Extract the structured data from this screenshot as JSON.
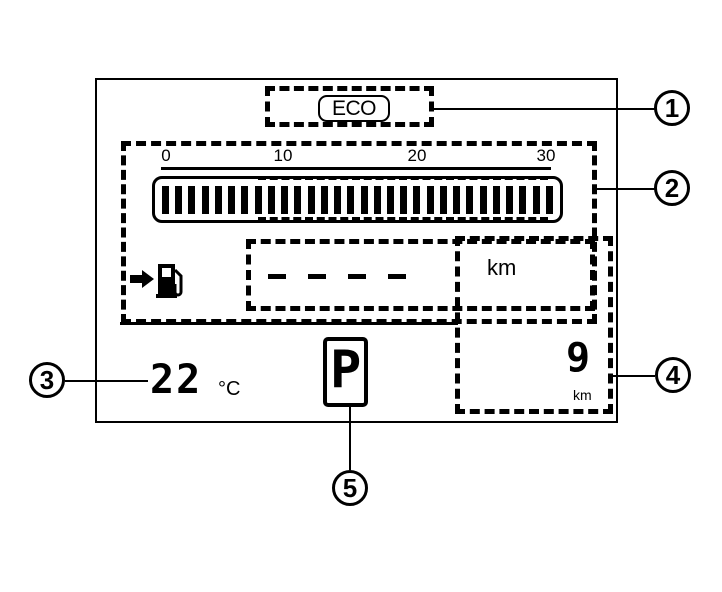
{
  "eco_indicator": {
    "label": "ECO"
  },
  "scale": {
    "ticks": [
      "0",
      "10",
      "20",
      "30"
    ]
  },
  "bar_gauge": {
    "segments": 30
  },
  "range_display": {
    "value": "- - - -",
    "unit": "km"
  },
  "fuel_icon": {
    "name": "fuel-pump-icon"
  },
  "temperature": {
    "value": "22",
    "unit": "°C"
  },
  "small_range": {
    "value": "9",
    "unit": "km"
  },
  "gear": {
    "value": "P"
  },
  "callouts": [
    "1",
    "2",
    "3",
    "4",
    "5"
  ],
  "colors": {
    "ink": "#000000",
    "background": "#ffffff"
  }
}
